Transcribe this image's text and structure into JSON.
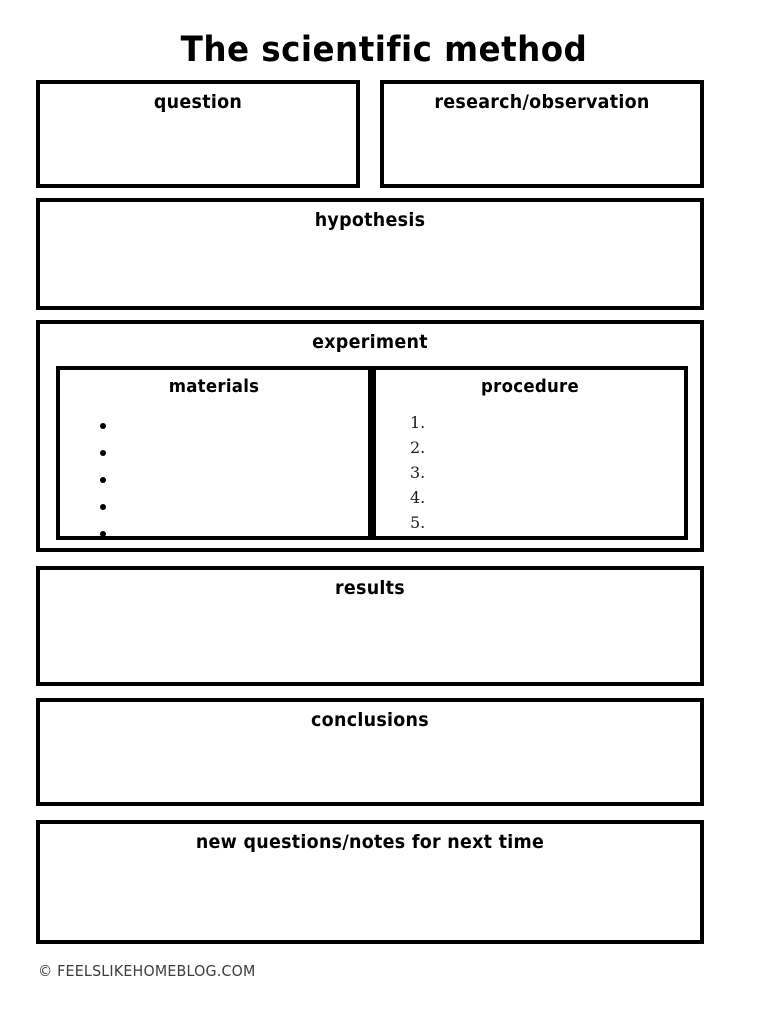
{
  "worksheet": {
    "title": "The scientific method",
    "footer": "© FEELSLIKEHOMEBLOG.COM",
    "sections": {
      "question": {
        "label": "question"
      },
      "research": {
        "label": "research/observation"
      },
      "hypothesis": {
        "label": "hypothesis"
      },
      "experiment": {
        "label": "experiment",
        "materials": {
          "label": "materials",
          "bullets": [
            "",
            "",
            "",
            "",
            ""
          ],
          "bullet_count": 5
        },
        "procedure": {
          "label": "procedure",
          "items": [
            "1.",
            "2.",
            "3.",
            "4.",
            "5."
          ]
        }
      },
      "results": {
        "label": "results"
      },
      "conclusions": {
        "label": "conclusions"
      },
      "new_questions": {
        "label": "new questions/notes for next time"
      }
    }
  },
  "colors": {
    "ink": "#000000",
    "paper": "#ffffff",
    "footer_text": "#3d3d3d"
  }
}
